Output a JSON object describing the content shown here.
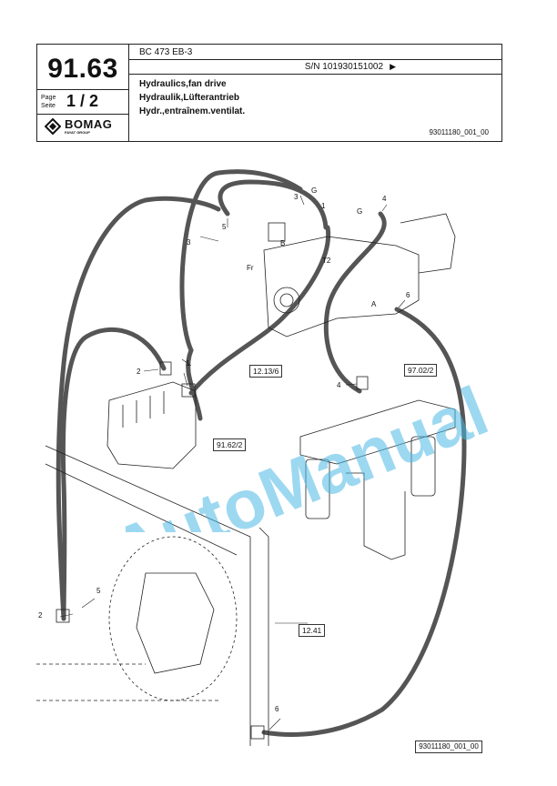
{
  "header": {
    "model": "BC 473 EB-3",
    "serial": "S/N 101930151002",
    "serial_arrow": "▶",
    "page_number": "91.63",
    "page_label": "Page",
    "seite_label": "Seite",
    "page_fraction": "1 / 2",
    "titles": [
      "Hydraulics,fan drive",
      "Hydraulik,Lüfterantrieb",
      "Hydr.,entraînem.ventilat."
    ],
    "ref_code": "93011180_001_00",
    "logo_text": "BOMAG",
    "logo_sub": "FAYAT GROUP"
  },
  "diagram": {
    "callouts": {
      "c1a": "1",
      "c1b": "1",
      "c2a": "2",
      "c2b": "2",
      "c3a": "3",
      "c3b": "3",
      "c4a": "4",
      "c4b": "4",
      "c5a": "5",
      "c5b": "5",
      "c6a": "6",
      "c6b": "6",
      "g1": "G",
      "g2": "G",
      "b": "B",
      "fr": "Fr",
      "t2": "T2",
      "a": "A"
    },
    "ref_boxes": [
      "12.13/6",
      "97.02/2",
      "91.62/2",
      "12.41"
    ],
    "footer_ref": "93011180_001_00",
    "watermark": "AutoManual"
  },
  "colors": {
    "hose": "#555555",
    "line": "#222222",
    "watermark": "#4db8e6"
  }
}
